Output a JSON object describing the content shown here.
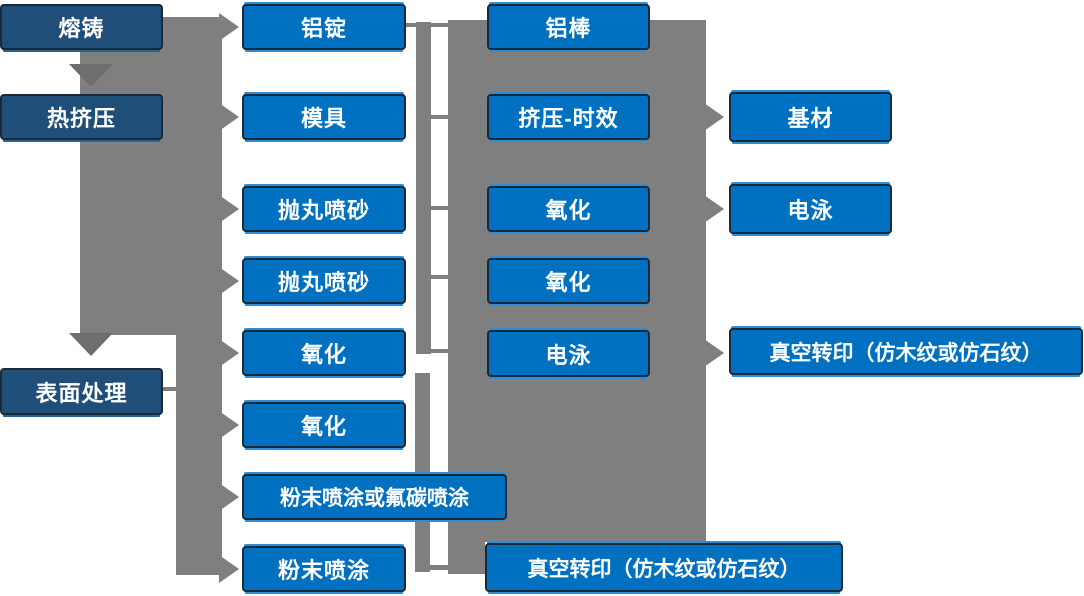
{
  "diagram": {
    "title_hint": "aluminum-profile-production-flowchart",
    "stage_column": [
      {
        "label": "熔铸"
      },
      {
        "label": "热挤压"
      },
      {
        "label": "表面处理"
      }
    ],
    "prep_column": [
      {
        "label": "铝锭"
      },
      {
        "label": "模具"
      },
      {
        "label": "抛丸喷砂"
      },
      {
        "label": "抛丸喷砂"
      },
      {
        "label": "氧化"
      },
      {
        "label": "氧化"
      },
      {
        "label": "粉末喷涂或氟碳喷涂"
      },
      {
        "label": "粉末喷涂"
      }
    ],
    "process_column": [
      {
        "label": "铝棒"
      },
      {
        "label": "挤压-时效"
      },
      {
        "label": "氧化"
      },
      {
        "label": "氧化"
      },
      {
        "label": "电泳"
      },
      {
        "label": "真空转印（仿木纹或仿石纹）"
      }
    ],
    "output_column": [
      {
        "label": "基材"
      },
      {
        "label": "电泳"
      },
      {
        "label": "真空转印（仿木纹或仿石纹）"
      }
    ]
  },
  "palette": {
    "node_blue": "#0070C0",
    "node_navy": "#1F4E79",
    "node_border": "#1A2A3A",
    "connector_gray": "#7F7F7F",
    "down_arrow_gray": "#6E6E6E",
    "text": "#FFFFFF",
    "background": "#FFFFFF"
  }
}
